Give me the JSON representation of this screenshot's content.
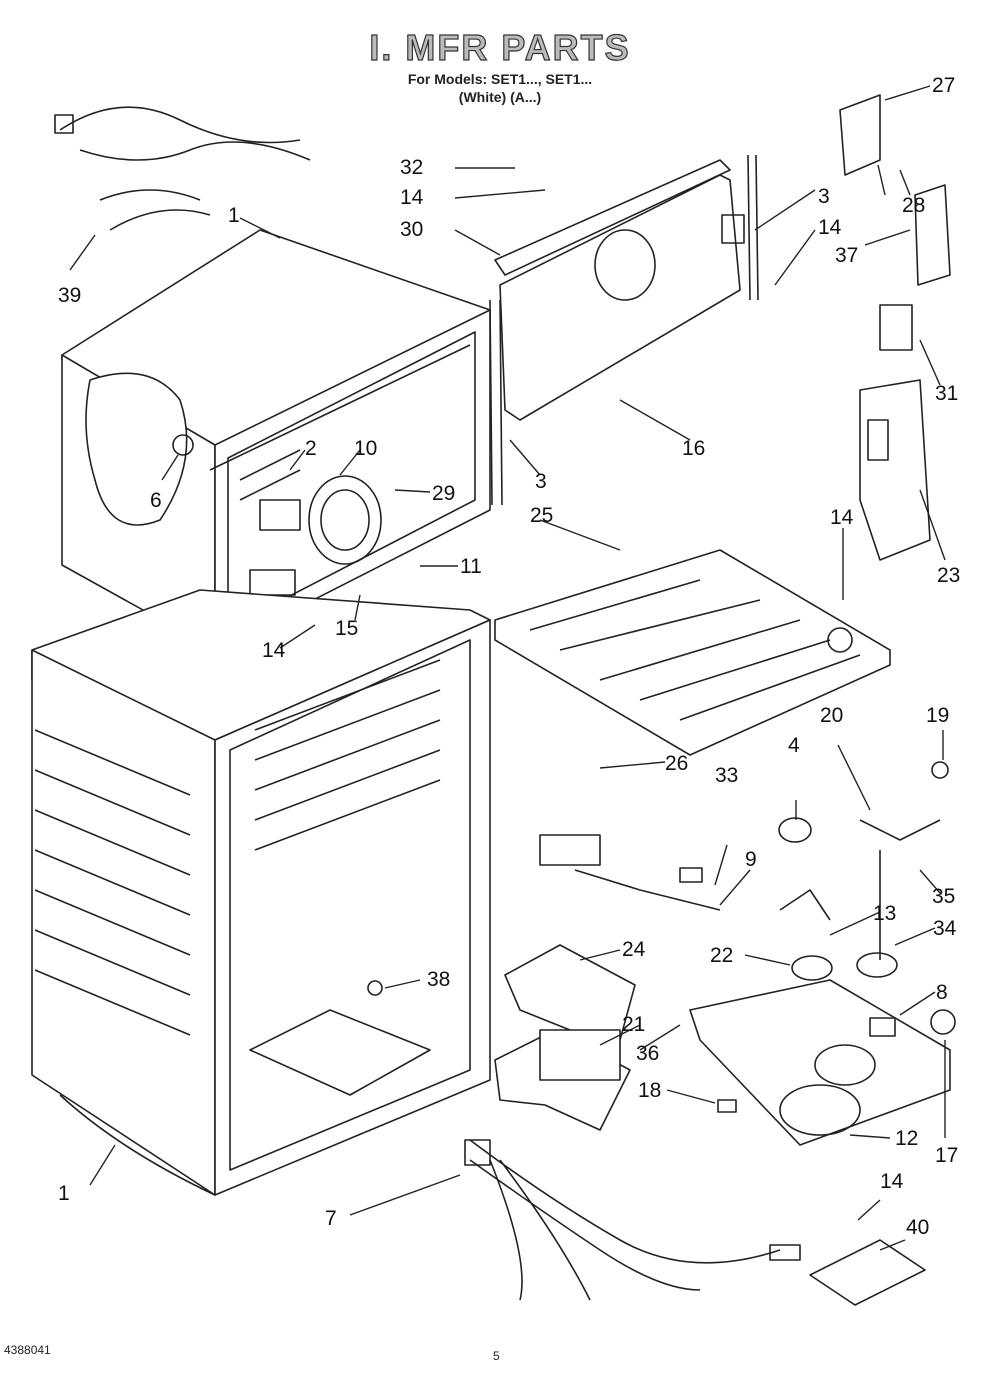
{
  "header": {
    "title": "I. MFR PARTS",
    "subtitle": "For Models: SET1..., SET1...",
    "subtitle2": "(White)          (A...)"
  },
  "footer": {
    "doc_number": "4388041",
    "page_number": "5"
  },
  "labels": [
    "1",
    "2",
    "3",
    "4",
    "6",
    "7",
    "8",
    "9",
    "10",
    "11",
    "12",
    "13",
    "14",
    "15",
    "16",
    "17",
    "18",
    "19",
    "20",
    "21",
    "22",
    "23",
    "24",
    "25",
    "26",
    "27",
    "28",
    "29",
    "30",
    "31",
    "32",
    "33",
    "34",
    "35",
    "36",
    "37",
    "38",
    "39",
    "40"
  ],
  "callouts": {
    "c27": "27",
    "c28": "28",
    "c37": "37",
    "c31": "31",
    "c23": "23",
    "c32": "32",
    "c14a": "14",
    "c30": "30",
    "c3a": "3",
    "c14b": "14",
    "c39": "39",
    "c1a": "1",
    "c6": "6",
    "c2": "2",
    "c10": "10",
    "c29": "29",
    "c11": "11",
    "c14c": "14",
    "c15": "15",
    "c3b": "3",
    "c16": "16",
    "c25": "25",
    "c14d": "14",
    "c19": "19",
    "c20": "20",
    "c4": "4",
    "c26": "26",
    "c33": "33",
    "c9": "9",
    "c35": "35",
    "c13": "13",
    "c34": "34",
    "c22": "22",
    "c24": "24",
    "c38": "38",
    "c8": "8",
    "c21": "21",
    "c36": "36",
    "c18": "18",
    "c17": "17",
    "c12": "12",
    "c1b": "1",
    "c7": "7",
    "c14e": "14",
    "c40": "40"
  }
}
